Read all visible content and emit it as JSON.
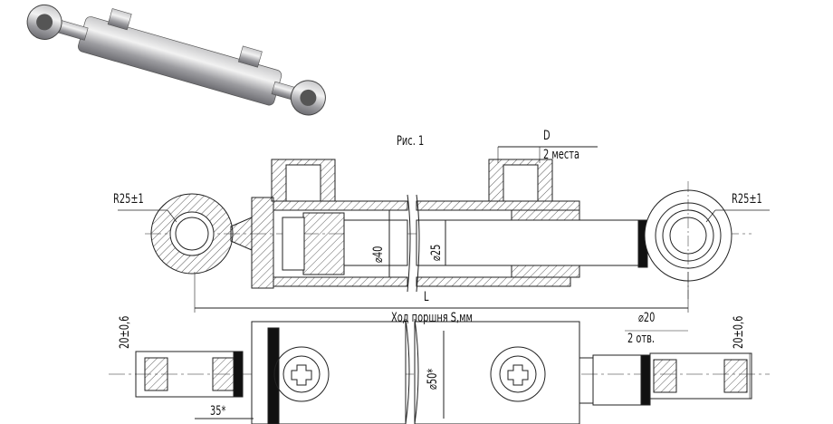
{
  "figure": {
    "caption": "Рис. 1",
    "port_size": "D",
    "port_count": "2 места",
    "eye_radius_left": "R25±1",
    "eye_radius_right": "R25±1",
    "piston_diameter": "⌀40",
    "rod_diameter": "⌀25",
    "length": "L",
    "stroke": "Ход поршня S,мм",
    "hole_diameter": "⌀20",
    "hole_count": "2 отв.",
    "eye_width_left": "20±0,6",
    "eye_width_right": "20±0,6",
    "body_diameter": "⌀50*",
    "offset": "35*"
  }
}
